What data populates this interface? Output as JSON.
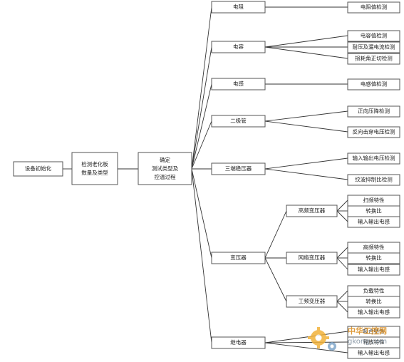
{
  "nodes": {
    "init": "设备初始化",
    "detect": [
      "检测老化板",
      "数量及类型"
    ],
    "determine": [
      "确定",
      "测试类型及",
      "控温过程"
    ],
    "resistor": "电阻",
    "capacitor": "电容",
    "inductor": "电感",
    "diode": "二极管",
    "regulator": "三端稳压器",
    "transformer": "变压器",
    "relay": "继电器",
    "hf_transformer": "高频变压器",
    "net_transformer": "网络变压器",
    "pf_transformer": "工频变压器"
  },
  "tests": {
    "resistance": "电阻值检测",
    "capacitance": "电容值检测",
    "withstand_leakage": "耐压及漏电流检测",
    "loss_angle": "损耗角正切检测",
    "inductance": "电感值检测",
    "forward_drop": "正向压降检测",
    "reverse_breakdown": "反向击穿电压检测",
    "io_voltage": "输入输出电压检测",
    "ripple_rejection": "纹波抑制比检测",
    "hf_sweep": "扫频特性",
    "hf_ratio": "转换比",
    "hf_io_inductance": "输入输出电感",
    "net_hf": "高频特性",
    "net_ratio": "转换比",
    "net_io_inductance": "输入输出电感",
    "pf_load": "负载特性",
    "pf_ratio": "转换比",
    "pf_io_inductance": "输入输出电感",
    "relay_1": "吸合特性",
    "relay_2": "释放特性",
    "relay_io_inductance": "输入输出电感"
  },
  "watermark": {
    "text": "中华工控网",
    "url": "gkong.com"
  }
}
